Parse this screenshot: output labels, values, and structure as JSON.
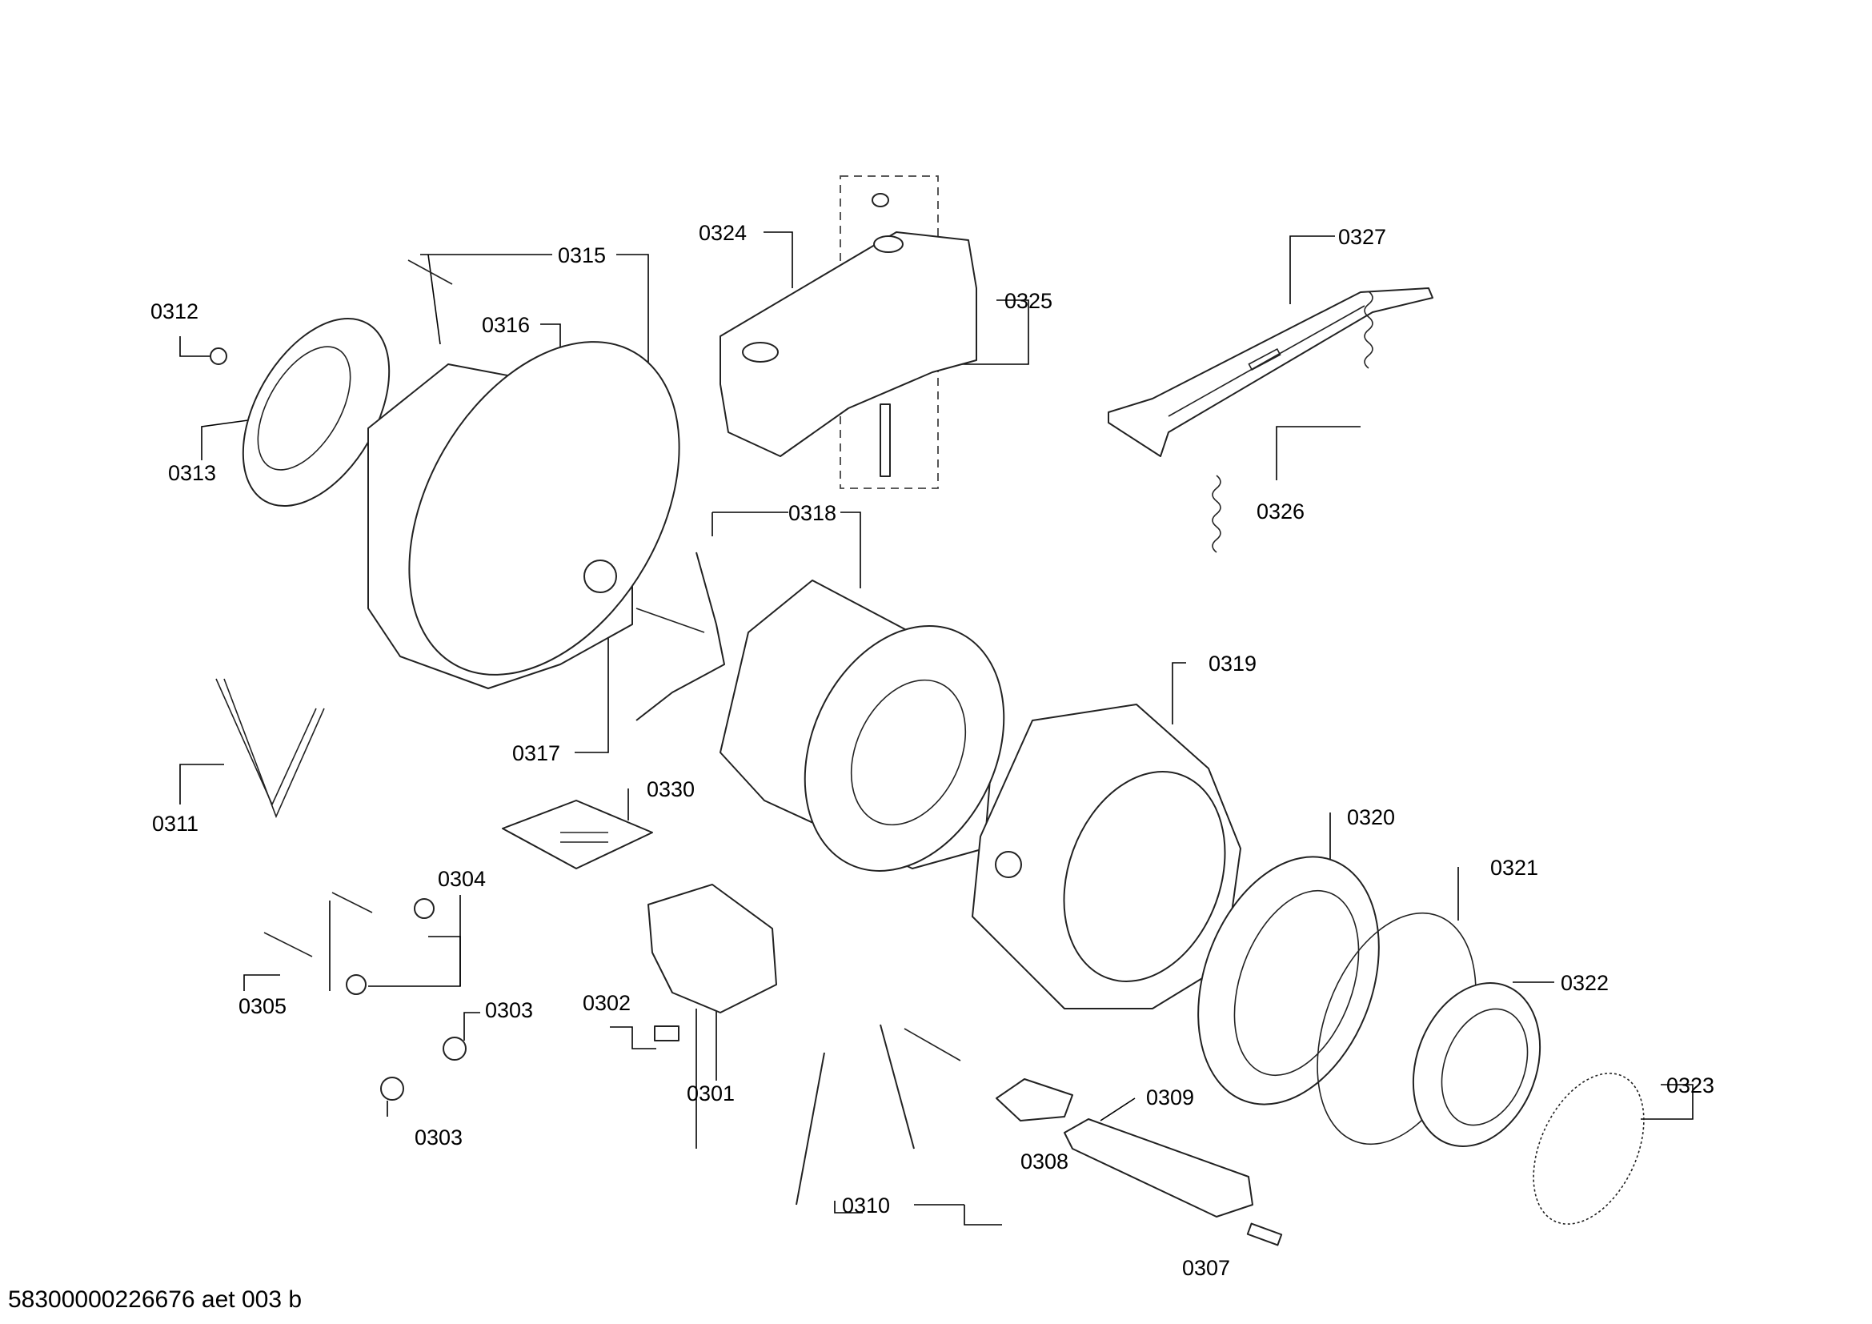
{
  "labels": {
    "l0301": "0301",
    "l0302": "0302",
    "l0303a": "0303",
    "l0303b": "0303",
    "l0304": "0304",
    "l0305": "0305",
    "l0307": "0307",
    "l0308": "0308",
    "l0309": "0309",
    "l0310": "0310",
    "l0311": "0311",
    "l0312": "0312",
    "l0313": "0313",
    "l0315": "0315",
    "l0316": "0316",
    "l0317": "0317",
    "l0318": "0318",
    "l0319": "0319",
    "l0320": "0320",
    "l0321": "0321",
    "l0322": "0322",
    "l0323": "0323",
    "l0324": "0324",
    "l0325": "0325",
    "l0326": "0326",
    "l0327": "0327",
    "l0330": "0330"
  },
  "footer": {
    "doc_id": "58300000226676 aet 003 b"
  }
}
